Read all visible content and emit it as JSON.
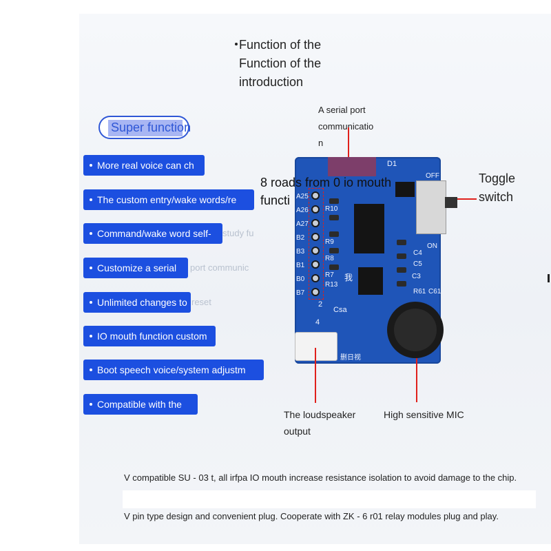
{
  "title_lines": [
    "Function of the",
    "Function of the",
    "introduction"
  ],
  "super_function": "Super function",
  "features": [
    "More real voice can ch",
    "The custom entry/wake words/re",
    "Command/wake word self-",
    "Customize a serial",
    "Unlimited changes to",
    "IO mouth function custom",
    "Boot speech voice/system adjustm",
    "Compatible with the"
  ],
  "ghost_texts": [
    "study fu",
    "port communic",
    "reset"
  ],
  "callouts": {
    "serial_port": [
      "A serial port",
      "communicatio",
      "n"
    ],
    "eight_road": "8 roads from 0 io mouth",
    "eight_road_2": "functi",
    "toggle": [
      "Toggle",
      "switch"
    ],
    "loudspeaker": [
      "The loudspeaker",
      "output"
    ],
    "mic": "High sensitive MIC"
  },
  "board_labels": {
    "d1": "D1",
    "off": "OFF",
    "on": "ON",
    "pins": [
      "A25",
      "A26",
      "A27",
      "B2",
      "B3",
      "B1",
      "B0",
      "B7"
    ],
    "parts": [
      "R10",
      "R9",
      "R8",
      "R7",
      "R13",
      "C4",
      "C5",
      "C3",
      "R61",
      "C61",
      "Csa"
    ],
    "num2": "2",
    "num4": "4",
    "chinese": "我",
    "bottom": "删日视"
  },
  "notes": [
    "V compatible SU - 03 t, all irfpa IO mouth increase resistance isolation to avoid damage to the chip.",
    "V pin type design and convenient plug. Cooperate with ZK - 6 r01 relay modules plug and play."
  ],
  "colors": {
    "accent": "#1c4fe0",
    "pcb": "#1f55b8",
    "leader": "#e0201b"
  }
}
